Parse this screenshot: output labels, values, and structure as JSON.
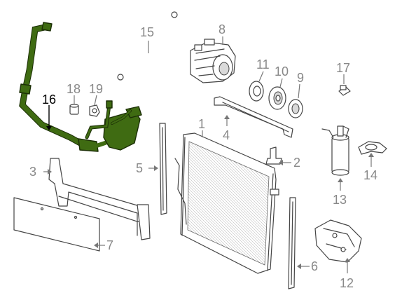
{
  "callouts": {
    "c1": "1",
    "c2": "2",
    "c3": "3",
    "c4": "4",
    "c5": "5",
    "c6": "6",
    "c7": "7",
    "c8": "8",
    "c9": "9",
    "c10": "10",
    "c11": "11",
    "c12": "12",
    "c13": "13",
    "c14": "14",
    "c15": "15",
    "c16": "16",
    "c17": "17",
    "c18": "18",
    "c19": "19"
  },
  "highlight_color": "#3f6b12"
}
